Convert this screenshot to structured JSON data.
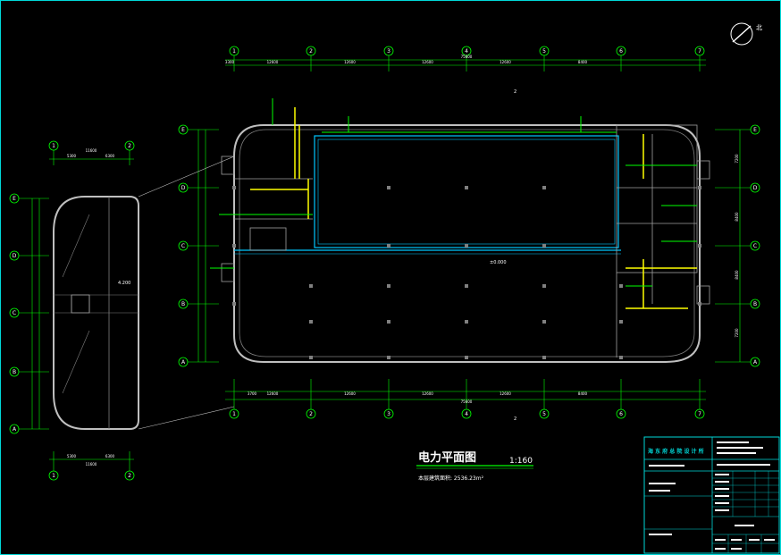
{
  "drawing": {
    "title": "电力平面图",
    "scale": "1:160",
    "area_note": "本层建筑面积: 2536.23m²",
    "north_label": "北",
    "colors": {
      "background": "#000000",
      "wall": "#bfbfbf",
      "axis": "#00ff00",
      "dimension": "#00ff00",
      "cable_tray": "#00c8ff",
      "wiring": "#ffff00",
      "frame": "#00d8d8",
      "annotation": "#ffffff"
    }
  },
  "axes": {
    "main_columns": [
      "1",
      "2",
      "3",
      "4",
      "5",
      "6",
      "7"
    ],
    "main_rows": [
      "E",
      "D",
      "C",
      "B",
      "A"
    ],
    "detail_columns": [
      "1",
      "2"
    ],
    "detail_rows": [
      "E",
      "D",
      "C",
      "B",
      "A"
    ]
  },
  "dimensions": {
    "top_segments": [
      "3300",
      "12600",
      "12600",
      "12600",
      "12600",
      "8400"
    ],
    "top_total": "75600",
    "bottom_segments": [
      "3700",
      "12600",
      "12600",
      "12600",
      "12600",
      "8400"
    ],
    "bottom_total": "75600",
    "right_segments": [
      "7200",
      "8400",
      "8400",
      "7200"
    ],
    "detail_top": [
      "5300",
      "6300"
    ],
    "detail_top_total": "11600",
    "detail_bottom": [
      "5300",
      "6300"
    ],
    "detail_bottom_total": "11600"
  },
  "labels": {
    "elevation_main": "±0.000",
    "elevation_detail": "4.200",
    "section_mark": "2"
  },
  "title_block": {
    "company": "海 东 府 总 院 设 计 所"
  }
}
